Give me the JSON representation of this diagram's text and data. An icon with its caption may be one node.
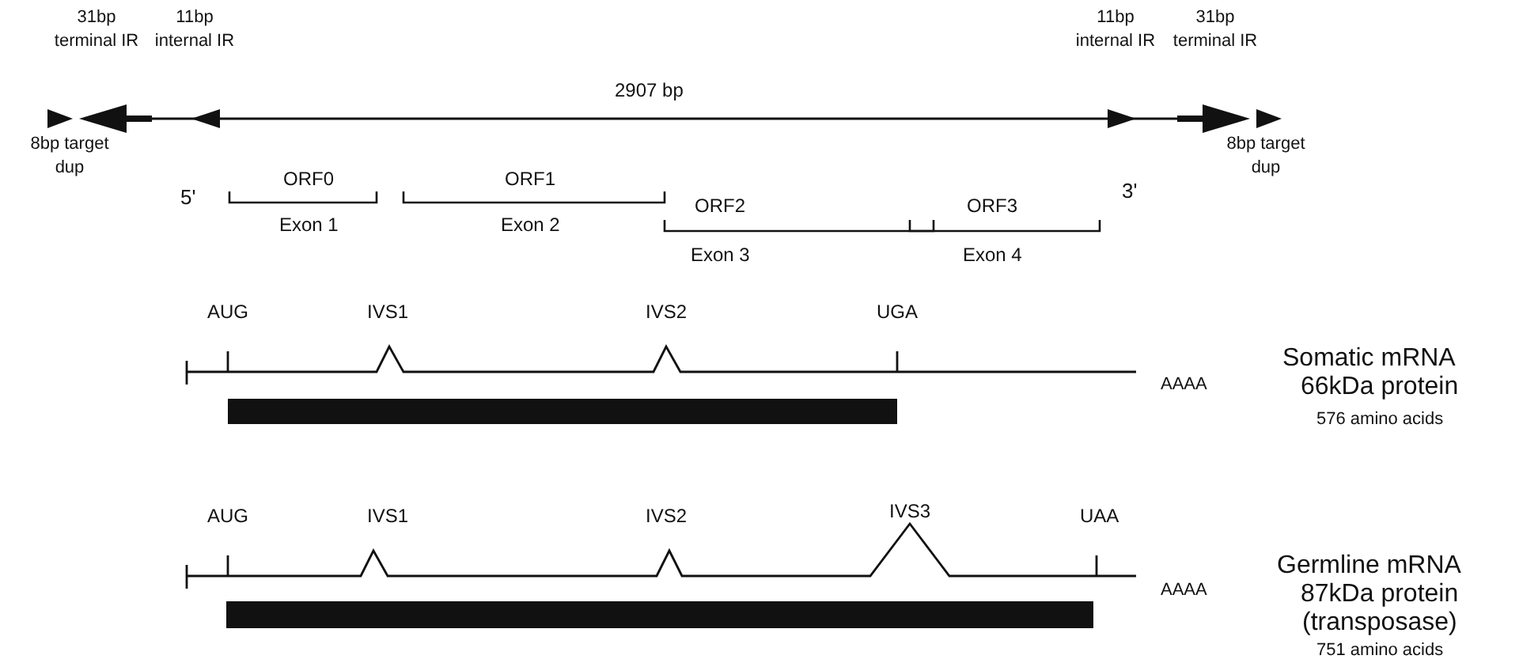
{
  "diagram": {
    "labels": [
      "31bp terminal IR",
      "11bp internal IR",
      "11bp internal IR",
      "31bp terminal IR",
      "2907 bp",
      "8bp target dup",
      "5'",
      "ORF0",
      "ORF1",
      "ORF2",
      "ORF3",
      "3'",
      "8bp target dup",
      "Exon 1",
      "Exon 2",
      "Exon 3",
      "Exon 4",
      "AUG",
      "IVS1",
      "IVS2",
      "UGA",
      "AAAA",
      "Somatic mRNA",
      "66kDa protein",
      "576 amino acids",
      "AUG",
      "IVS1",
      "IVS2",
      "IVS3",
      "UAA",
      "AAAA",
      "Germline mRNA",
      "87kDa protein",
      "(transposase)",
      "751 amino acids"
    ]
  }
}
